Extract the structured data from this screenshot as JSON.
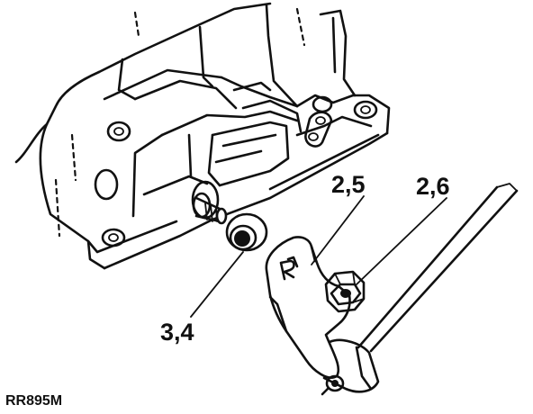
{
  "callouts": {
    "label_1": "2,5",
    "label_2": "2,6",
    "label_3": "3,4"
  },
  "reference_code": "RR895M",
  "colors": {
    "ink": "#111111",
    "paper": "#ffffff"
  }
}
